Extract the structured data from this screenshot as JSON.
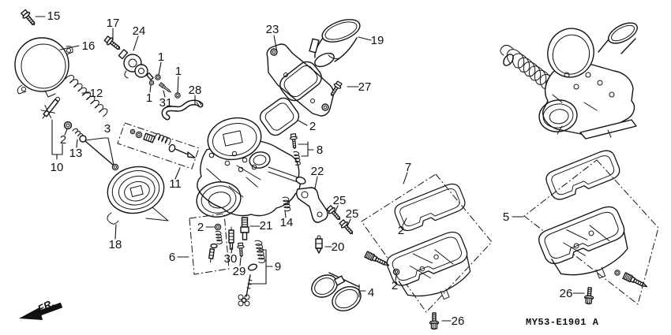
{
  "diagram": {
    "kind": "exploded-parts-diagram",
    "code": "MY53-E1901 A",
    "direction_label": "FR.",
    "ink_color": "#141414",
    "background_color": "#ffffff",
    "callouts": [
      "15",
      "16",
      "17",
      "24",
      "1",
      "1",
      "1",
      "31",
      "28",
      "12",
      "2",
      "13",
      "10",
      "3",
      "11",
      "18",
      "23",
      "19",
      "27",
      "2",
      "8",
      "22",
      "25",
      "25",
      "14",
      "21",
      "2",
      "30",
      "29",
      "9",
      "20",
      "6",
      "4",
      "2",
      "7",
      "2",
      "26",
      "5",
      "26"
    ]
  }
}
